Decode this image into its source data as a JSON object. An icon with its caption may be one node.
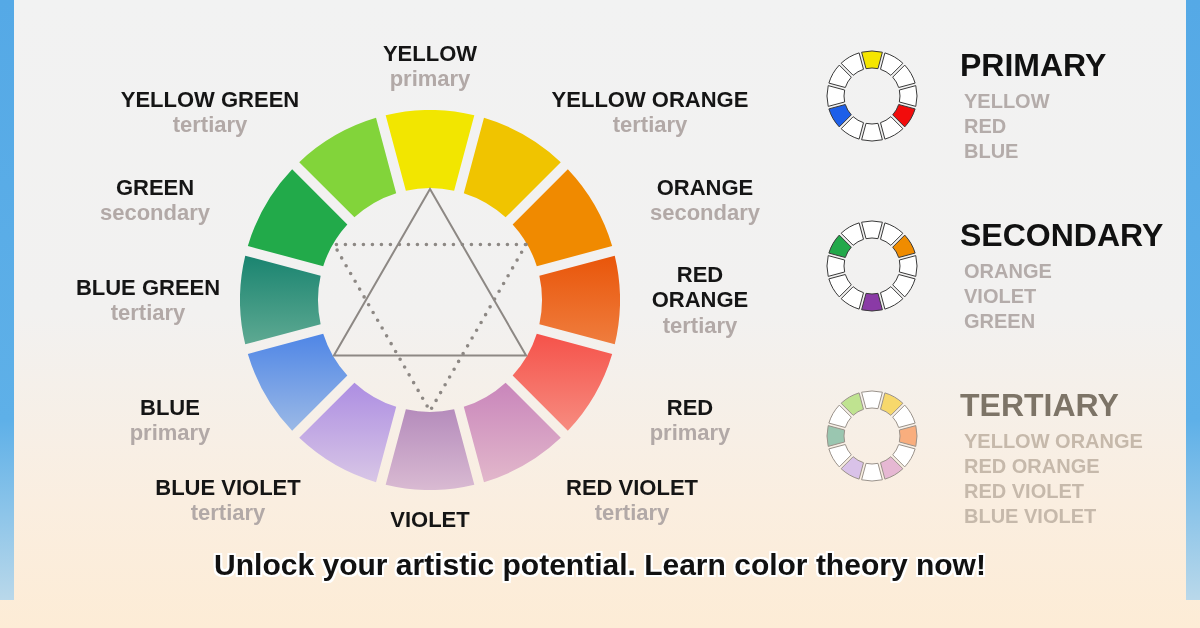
{
  "diagram": {
    "caption": "Unlock your artistic potential. Learn color theory now!",
    "labels": [
      "YELLOW",
      "primary",
      "YELLOW ORANGE",
      "tertiary",
      "ORANGE",
      "secondary",
      "RED ORANGE",
      "tertiary",
      "RED",
      "primary",
      "RED VIOLET",
      "tertiary",
      "VIOLET",
      "BLUE VIOLET",
      "tertiary",
      "BLUE",
      "primary",
      "BLUE GREEN",
      "tertiary",
      "GREEN",
      "secondary",
      "YELLOW GREEN",
      "tertiary",
      "PRIMARY",
      "YELLOW",
      "RED",
      "BLUE",
      "SECONDARY",
      "ORANGE",
      "VIOLET",
      "GREEN",
      "TERTIARY",
      "YELLOW ORANGE",
      "RED ORANGE",
      "RED VIOLET",
      "BLUE VIOLET"
    ]
  }
}
